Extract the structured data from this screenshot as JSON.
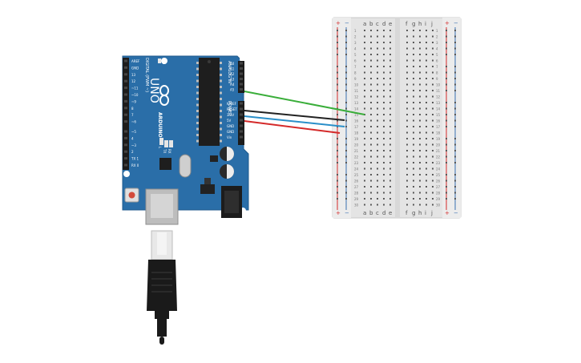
{
  "arduino": {
    "brand": "ARDUINO",
    "model": "UNO",
    "on_label": "ON",
    "tx_label": "TX",
    "rx_label": "RX",
    "l_label": "L",
    "digital_label": "DIGITAL (PWM ~)",
    "power_label": "POWER",
    "analog_label": "ANALOG IN",
    "digital_pins": [
      "AREF",
      "GND",
      "13",
      "12",
      "~11",
      "~10",
      "~9",
      "8",
      "7",
      "~6",
      "~5",
      "4",
      "~3",
      "2",
      "TX 1",
      "RX 0"
    ],
    "power_pins": [
      "IOREF",
      "RESET",
      "3.3V",
      "5V",
      "GND",
      "GND",
      "Vin"
    ],
    "analog_pins": [
      "A0",
      "A1",
      "A2",
      "A3",
      "A4",
      "A5"
    ]
  },
  "breadboard": {
    "columns_left": [
      "a",
      "b",
      "c",
      "d",
      "e"
    ],
    "columns_right": [
      "f",
      "g",
      "h",
      "i",
      "j"
    ],
    "rail_plus": "+",
    "rail_minus": "−",
    "rows": 30
  },
  "wires": [
    {
      "name": "wire-green",
      "color": "#3aae3a",
      "from": "A0",
      "to_row": 16
    },
    {
      "name": "wire-black",
      "color": "#222222",
      "from": "GND",
      "to_row": 17
    },
    {
      "name": "wire-blue",
      "color": "#2a8fc9",
      "from": "GND",
      "to_row": 18
    },
    {
      "name": "wire-red",
      "color": "#d42a2a",
      "from": "5V",
      "to_row": 19
    }
  ],
  "colors": {
    "board": "#2a6ea8",
    "breadboard": "#e3e3e3",
    "cable": "#1a1a1a"
  }
}
